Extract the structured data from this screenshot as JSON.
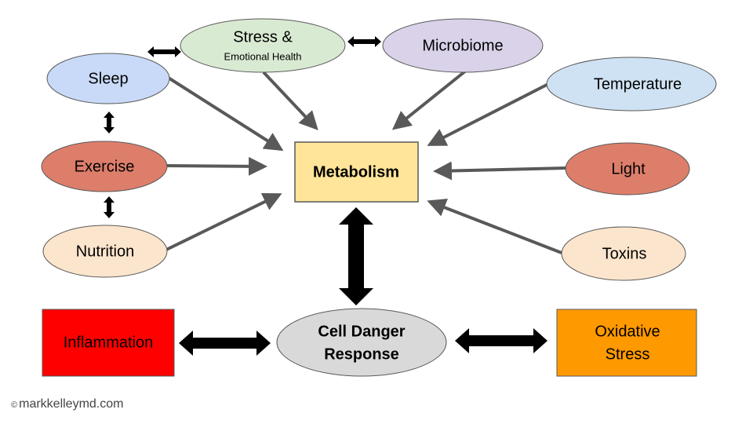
{
  "nodes": {
    "stress": {
      "line1": "Stress &",
      "line2": "Emotional Health",
      "fill": "#d9ead3"
    },
    "microbiome": {
      "label": "Microbiome",
      "fill": "#d9d2e9"
    },
    "sleep": {
      "label": "Sleep",
      "fill": "#c9daf8"
    },
    "temperature": {
      "label": "Temperature",
      "fill": "#cfe2f3"
    },
    "exercise": {
      "label": "Exercise",
      "fill": "#dd7e6b"
    },
    "metabolism": {
      "label": "Metabolism",
      "fill": "#ffe599"
    },
    "light": {
      "label": "Light",
      "fill": "#dd7e6b"
    },
    "nutrition": {
      "label": "Nutrition",
      "fill": "#fce5cd"
    },
    "toxins": {
      "label": "Toxins",
      "fill": "#fce5cd"
    },
    "inflammation": {
      "label": "Inflammation",
      "fill": "#ff0000"
    },
    "cell_danger": {
      "line1": "Cell Danger",
      "line2": "Response",
      "fill": "#d9d9d9"
    },
    "oxidative": {
      "line1": "Oxidative",
      "line2": "Stress",
      "fill": "#ff9900"
    }
  },
  "colors": {
    "input_arrow": "#595959",
    "bidirectional_arrow": "#000000",
    "outline": "#595959"
  },
  "footer": {
    "copyright_symbol": "©",
    "text": "markkelleymd.com"
  }
}
